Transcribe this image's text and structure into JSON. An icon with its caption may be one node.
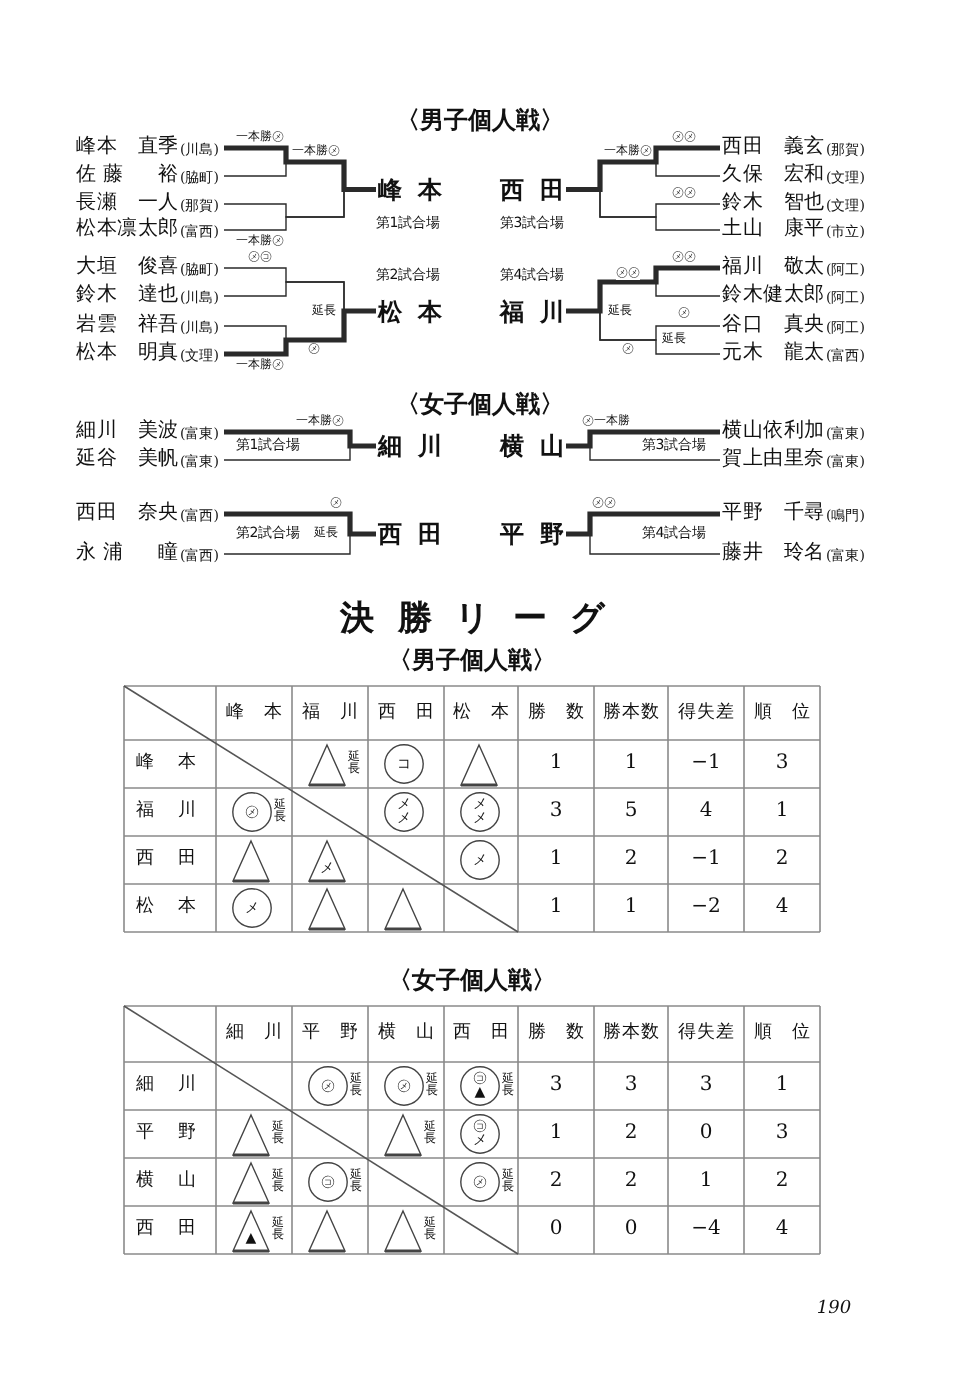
{
  "diagram": {
    "nodes": [
      {
        "text": [
          "峰本　直季",
          "(川島)"
        ]
      },
      {
        "text": [
          "佐藤　裕",
          "(脇町)"
        ]
      },
      {
        "text": [
          "長瀬　一人",
          "(那賀)"
        ]
      },
      {
        "text": [
          "松本凛太郎",
          "(富西)"
        ]
      },
      {
        "text": [
          "峰本"
        ],
        "beside": [
          "第1試合場"
        ]
      },
      {
        "text": [
          "西田"
        ],
        "beside": [
          "第3試合場"
        ]
      },
      {
        "text": [
          "西田　義玄",
          "(那賀)"
        ]
      },
      {
        "text": [
          "久保　宏和",
          "(文理)"
        ]
      },
      {
        "text": [
          "鈴木　智也",
          "(文理)"
        ]
      },
      {
        "text": [
          "土山　康平",
          "(市立)"
        ]
      },
      {
        "text": [
          "大垣　俊喜",
          "(脇町)"
        ]
      },
      {
        "text": [
          "鈴木　達也",
          "(川島)"
        ]
      },
      {
        "text": [
          "岩雲　祥吾",
          "(川島)"
        ]
      },
      {
        "text": [
          "松本　明真",
          "(文理)"
        ]
      },
      {
        "text": [
          "松本"
        ],
        "beside": [
          "第2試合場"
        ]
      },
      {
        "text": [
          "福川"
        ],
        "beside": [
          "第4試合場"
        ]
      },
      {
        "text": [
          "福川　敬太",
          "(阿工)"
        ]
      },
      {
        "text": [
          "鈴木健太郎",
          "(阿工)"
        ]
      },
      {
        "text": [
          "谷口　真央",
          "(阿工)"
        ]
      },
      {
        "text": [
          "元木　龍太",
          "(富西)"
        ]
      },
      {
        "text": [
          "細川　美波",
          "(富東)"
        ]
      },
      {
        "text": [
          "延谷　美帆",
          "(富東)"
        ]
      },
      {
        "text": [
          "細川"
        ]
      },
      {
        "text": [
          "横山"
        ]
      },
      {
        "text": [
          "横山依利加",
          "(富東)"
        ]
      },
      {
        "text": [
          "賀上由里奈",
          "(富東)"
        ]
      },
      {
        "text": [
          "西田　奈央",
          "(富西)"
        ]
      },
      {
        "text": [
          "永浦　瞳",
          "(富西)"
        ]
      },
      {
        "text": [
          "西田"
        ]
      },
      {
        "text": [
          "平野"
        ]
      },
      {
        "text": [
          "平野　千尋",
          "(鳴門)"
        ]
      },
      {
        "text": [
          "藤井　玲名",
          "(富東)"
        ]
      },
      {
        "text": [],
        "shape": "triangle",
        "beside": [
          "延長"
        ]
      },
      {
        "text": [
          "コ"
        ]
      },
      {
        "text": [],
        "shape": "triangle"
      },
      {
        "text": [
          "㋱"
        ],
        "beside": [
          "延長"
        ]
      },
      {
        "text": [
          "メメ"
        ]
      },
      {
        "text": [
          "メメ"
        ]
      },
      {
        "text": [],
        "shape": "triangle"
      },
      {
        "text": [
          "メ"
        ]
      },
      {
        "text": [
          "メ"
        ]
      },
      {
        "text": [
          "メ"
        ]
      },
      {
        "text": [],
        "shape": "triangle"
      },
      {
        "text": [],
        "shape": "triangle"
      },
      {
        "text": [
          "㋱"
        ],
        "beside": [
          "延長"
        ]
      },
      {
        "text": [
          "㋱"
        ],
        "beside": [
          "延長"
        ]
      },
      {
        "text": [
          "㋙▲"
        ],
        "beside": [
          "延長"
        ]
      },
      {
        "text": [],
        "shape": "triangle",
        "beside": [
          "延長"
        ]
      },
      {
        "text": [],
        "shape": "triangle",
        "beside": [
          "延長"
        ]
      },
      {
        "text": [
          "㋙メ"
        ]
      },
      {
        "text": [],
        "shape": "triangle",
        "beside": [
          "延長"
        ]
      },
      {
        "text": [
          "㋙"
        ],
        "beside": [
          "延長"
        ]
      },
      {
        "text": [
          "㋱"
        ],
        "beside": [
          "延長"
        ]
      },
      {
        "text": [
          "▲"
        ],
        "beside": [
          "延長"
        ]
      },
      {
        "text": [],
        "shape": "triangle"
      },
      {
        "text": [],
        "shape": "triangle",
        "beside": [
          "延長"
        ]
      }
    ],
    "edges": [
      {
        "from": 0,
        "to": 4,
        "arrow": "none",
        "style": "thick",
        "label": "一本勝㋱"
      },
      {
        "from": 1,
        "to": 4,
        "arrow": "none"
      },
      {
        "from": 2,
        "to": 4,
        "arrow": "none"
      },
      {
        "from": 3,
        "to": 4,
        "arrow": "none",
        "label": "一本勝㋱"
      },
      {
        "from": 6,
        "to": 5,
        "arrow": "none",
        "style": "thick",
        "label": "㋱㋱"
      },
      {
        "from": 7,
        "to": 5,
        "arrow": "none"
      },
      {
        "from": 8,
        "to": 5,
        "arrow": "none",
        "label": "㋱㋱"
      },
      {
        "from": 9,
        "to": 5,
        "arrow": "none"
      },
      {
        "from": 10,
        "to": 14,
        "arrow": "none",
        "label": "㋱㋙"
      },
      {
        "from": 11,
        "to": 14,
        "arrow": "none"
      },
      {
        "from": 12,
        "to": 14,
        "arrow": "none"
      },
      {
        "from": 13,
        "to": 14,
        "arrow": "none",
        "style": "thick",
        "label": "一本勝㋱"
      },
      {
        "from": 16,
        "to": 15,
        "arrow": "none",
        "style": "thick",
        "label": "㋱㋱"
      },
      {
        "from": 17,
        "to": 15,
        "arrow": "none"
      },
      {
        "from": 18,
        "to": 15,
        "arrow": "none",
        "label": "㋱"
      },
      {
        "from": 19,
        "to": 15,
        "arrow": "none"
      },
      {
        "from": 20,
        "to": 22,
        "arrow": "none",
        "style": "thick",
        "label": "一本勝㋱"
      },
      {
        "from": 21,
        "to": 22,
        "arrow": "none"
      },
      {
        "from": 24,
        "to": 23,
        "arrow": "none",
        "style": "thick",
        "label": "㋱一本勝"
      },
      {
        "from": 25,
        "to": 23,
        "arrow": "none"
      },
      {
        "from": 26,
        "to": 28,
        "arrow": "none",
        "style": "thick",
        "label": "㋱"
      },
      {
        "from": 27,
        "to": 28,
        "arrow": "none"
      },
      {
        "from": 30,
        "to": 29,
        "arrow": "none",
        "style": "thick",
        "label": "㋱㋱"
      },
      {
        "from": 31,
        "to": 29,
        "arrow": "none"
      }
    ],
    "labels": [
      "〈男子個人戦〉",
      "一本勝㋱",
      "一本勝㋱",
      "㋱㋱",
      "延長",
      "延長",
      "延長",
      "㋱",
      "㋱",
      "〈女子個人戦〉",
      "第1試合場",
      "第3試合場",
      "第2試合場",
      "延長",
      "第4試合場",
      "決勝リーグ",
      "〈男子個人戦〉",
      "峰本",
      "福川",
      "西田",
      "松本",
      "勝数",
      "勝本数",
      "得失差",
      "順位",
      "峰本",
      "1",
      "1",
      "−1",
      "3",
      "福川",
      "3",
      "5",
      "4",
      "1",
      "西田",
      "1",
      "2",
      "−1",
      "2",
      "松本",
      "1",
      "1",
      "−2",
      "4",
      "〈女子個人戦〉",
      "細川",
      "平野",
      "横山",
      "西田",
      "勝数",
      "勝本数",
      "得失差",
      "順位",
      "細川",
      "3",
      "3",
      "3",
      "1",
      "平野",
      "1",
      "2",
      "0",
      "3",
      "横山",
      "2",
      "2",
      "1",
      "2",
      "西田",
      "0",
      "0",
      "−4",
      "4",
      "190"
    ]
  }
}
